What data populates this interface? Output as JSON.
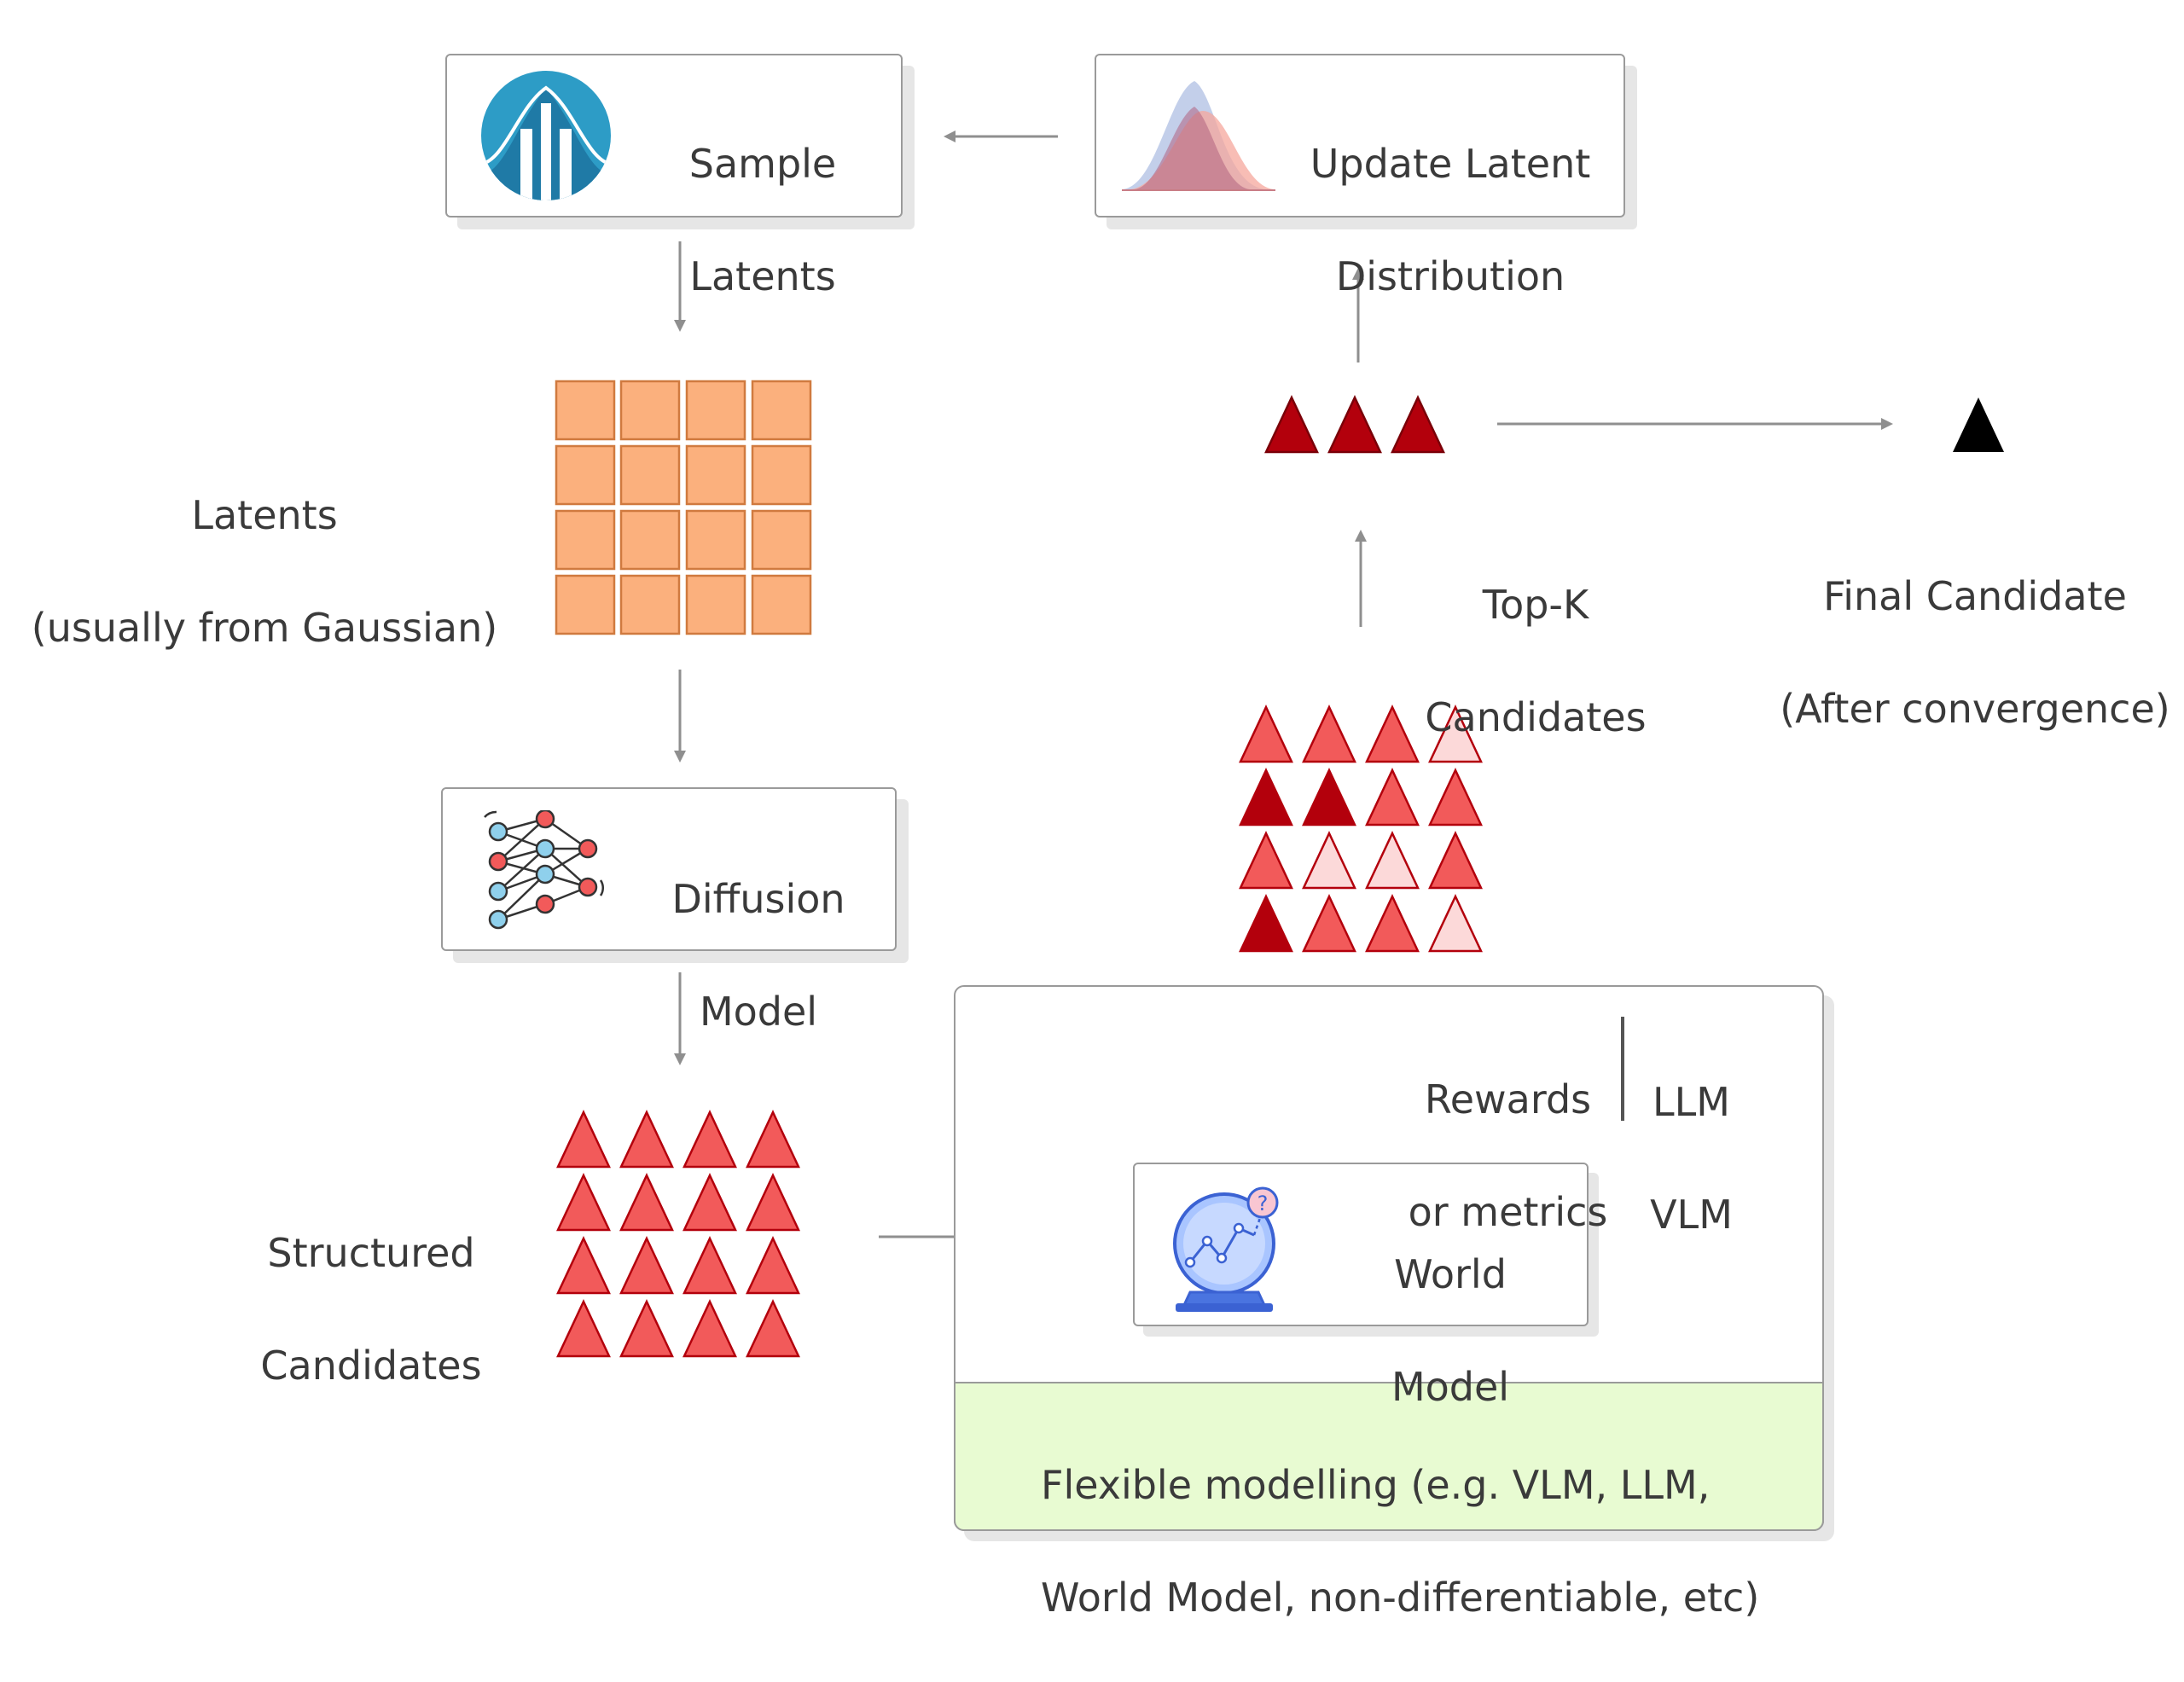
{
  "nodes": {
    "sample_latents": [
      "Sample",
      "Latents"
    ],
    "update_latent": [
      "Update Latent",
      "Distribution"
    ],
    "latents": [
      "Latents",
      "(usually from Gaussian)"
    ],
    "diffusion_model": [
      "Diffusion",
      "Model"
    ],
    "structured_candidates": [
      "Structured",
      "Candidates"
    ],
    "topk": [
      "Top-K",
      "Candidates"
    ],
    "final_candidate": [
      "Final Candidate",
      "(After convergence)"
    ],
    "rewards": [
      "Rewards",
      "or metrics"
    ],
    "models": [
      "LLM",
      "VLM"
    ],
    "world_model": [
      "World",
      "Model"
    ],
    "flexible": [
      "Flexible modelling (e.g. VLM, LLM,",
      "World Model, non-differentiable, etc)"
    ]
  },
  "colors": {
    "latent_cell": "#fbb07d",
    "latent_border": "#d07a3f",
    "triangle_red": "#f25a5a",
    "triangle_dark": "#b3000c",
    "triangle_light": "#fcd9d9",
    "arrow": "#8f8f8f",
    "footer_bg": "#e8fbd2"
  },
  "icons": [
    "gaussian-icon",
    "distribution-icon",
    "neural-network-icon",
    "crystal-ball-icon"
  ],
  "candidate_grid": [
    [
      "mid",
      "mid",
      "mid",
      "light"
    ],
    [
      "dark",
      "dark",
      "mid",
      "mid"
    ],
    [
      "mid",
      "light",
      "light",
      "mid"
    ],
    [
      "dark",
      "mid",
      "mid",
      "light"
    ]
  ]
}
